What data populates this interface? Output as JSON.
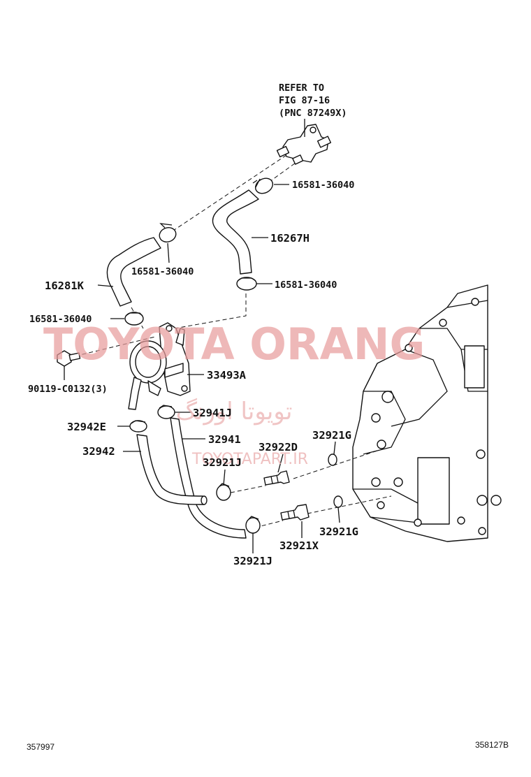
{
  "reference_note": {
    "line1": "REFER TO",
    "line2": "FIG 87-16",
    "line3": "(PNC 87249X)"
  },
  "labels": {
    "clamp_upper_right": "16581-36040",
    "hose_16267H": "16267H",
    "clamp_mid_left": "16581-36040",
    "clamp_mid_right": "16581-36040",
    "hose_16281K": "16281K",
    "clamp_lower_left": "16581-36040",
    "cooler_33493A": "33493A",
    "bolt_90119": "90119-C0132(3)",
    "clamp_32941J": "32941J",
    "clamp_32942E": "32942E",
    "hose_32941": "32941",
    "hose_32942": "32942",
    "union_32922D": "32922D",
    "gasket_32921G_upper": "32921G",
    "clamp_32921J_upper": "32921J",
    "union_32921X": "32921X",
    "gasket_32921G_lower": "32921G",
    "clamp_32921J_lower": "32921J"
  },
  "footer": {
    "left_code": "357997",
    "right_code": "358127B"
  },
  "watermark": {
    "brand": "TOYOTA ORANG",
    "arabic": "تويوتا اورنگ",
    "url": "TOYOTAPART.IR"
  }
}
